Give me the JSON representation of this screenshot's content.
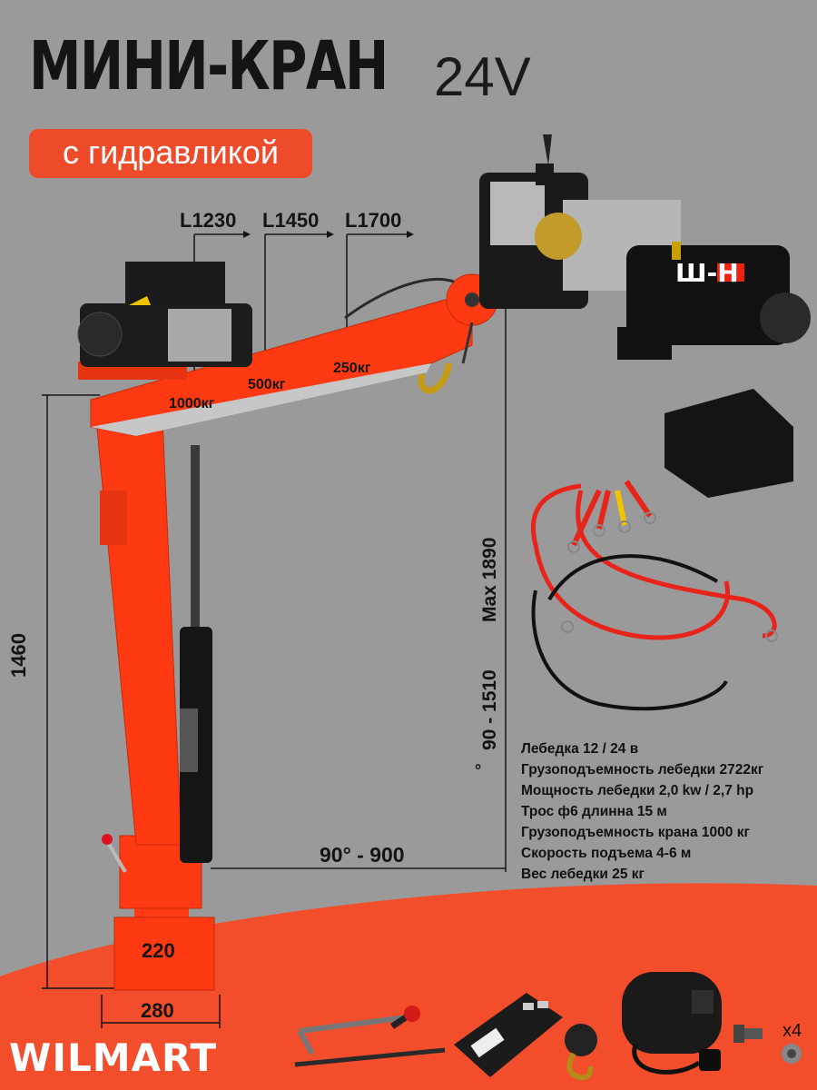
{
  "header": {
    "title": "МИНИ-КРАН",
    "voltage": "24V",
    "badge": "с гидравликой"
  },
  "boom_lengths": {
    "l1": "L1230",
    "l2": "L1450",
    "l3": "L1700"
  },
  "loads": {
    "load1": "1000кг",
    "load2": "500кг",
    "load3": "250кг"
  },
  "dimensions": {
    "height": "1460",
    "lift_range": "90  - 1510",
    "lift_max": "Max 1890",
    "degree": "°",
    "reach": "90° - 900",
    "base_inner": "220",
    "base_outer": "280"
  },
  "specs": [
    "Лебедка 12 / 24 в",
    "Грузоподъемность лебедки 2722кг",
    "Мощность лебедки 2,0 kw / 2,7 hp",
    "Трос ф6   длинна 15 м",
    "Грузоподъемность крана 1000 кг",
    "Скорость подъема 4-6 м",
    "Вес лебедки 25 кг"
  ],
  "winch_label": "Ш-Н",
  "accessories": {
    "bolt_count": "x4"
  },
  "brand": {
    "name": "WILMART"
  },
  "colors": {
    "crane_red": "#ff3a12",
    "badge": "#ee4b2b",
    "floor": "#f24e2c",
    "background": "#9a9a9b"
  }
}
